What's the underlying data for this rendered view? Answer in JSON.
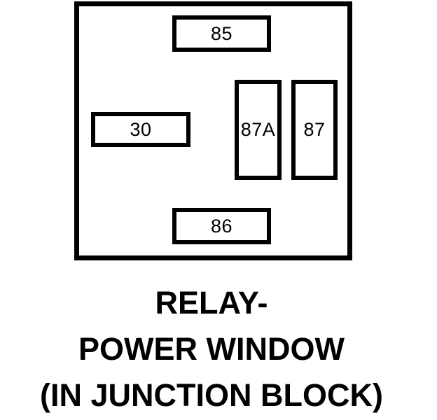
{
  "diagram": {
    "type": "relay-pinout",
    "background_color": "#ffffff",
    "line_color": "#000000",
    "pins": [
      {
        "id": "85",
        "label": "85",
        "position": "top-center"
      },
      {
        "id": "30",
        "label": "30",
        "position": "middle-left"
      },
      {
        "id": "87A",
        "label": "87A",
        "position": "middle-right-inner"
      },
      {
        "id": "87",
        "label": "87",
        "position": "middle-right-outer"
      },
      {
        "id": "86",
        "label": "86",
        "position": "bottom-center"
      }
    ]
  },
  "caption": {
    "lines": [
      "RELAY-",
      "POWER WINDOW",
      "(IN JUNCTION BLOCK)"
    ]
  }
}
